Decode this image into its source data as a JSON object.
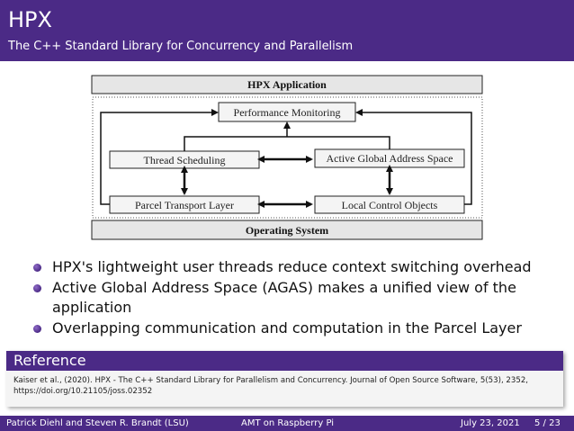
{
  "header": {
    "title": "HPX",
    "subtitle": "The C++ Standard Library for Concurrency and Parallelism"
  },
  "diagram": {
    "app_bar": "HPX Application",
    "os_bar": "Operating System",
    "boxes": {
      "perf": "Performance Monitoring",
      "thread": "Thread Scheduling",
      "agas": "Active Global Address Space",
      "parcel": "Parcel Transport Layer",
      "lco": "Local Control Objects"
    }
  },
  "bullets": [
    "HPX's lightweight user threads reduce context switching overhead",
    "Active Global Address Space (AGAS) makes a unified view of the application",
    "Overlapping communication and computation in the Parcel Layer"
  ],
  "reference": {
    "heading": "Reference",
    "text": "Kaiser et al., (2020). HPX - The C++ Standard Library for Parallelism and Concurrency. Journal of Open Source Software, 5(53), 2352, https://doi.org/10.21105/joss.02352"
  },
  "footer": {
    "authors": "Patrick Diehl and Steven R. Brandt (LSU)",
    "talk": "AMT on Raspberry Pi",
    "date": "July 23, 2021",
    "page": "5 / 23"
  },
  "colors": {
    "theme": "#4b2a86",
    "box_fill": "#e8e8e8"
  }
}
